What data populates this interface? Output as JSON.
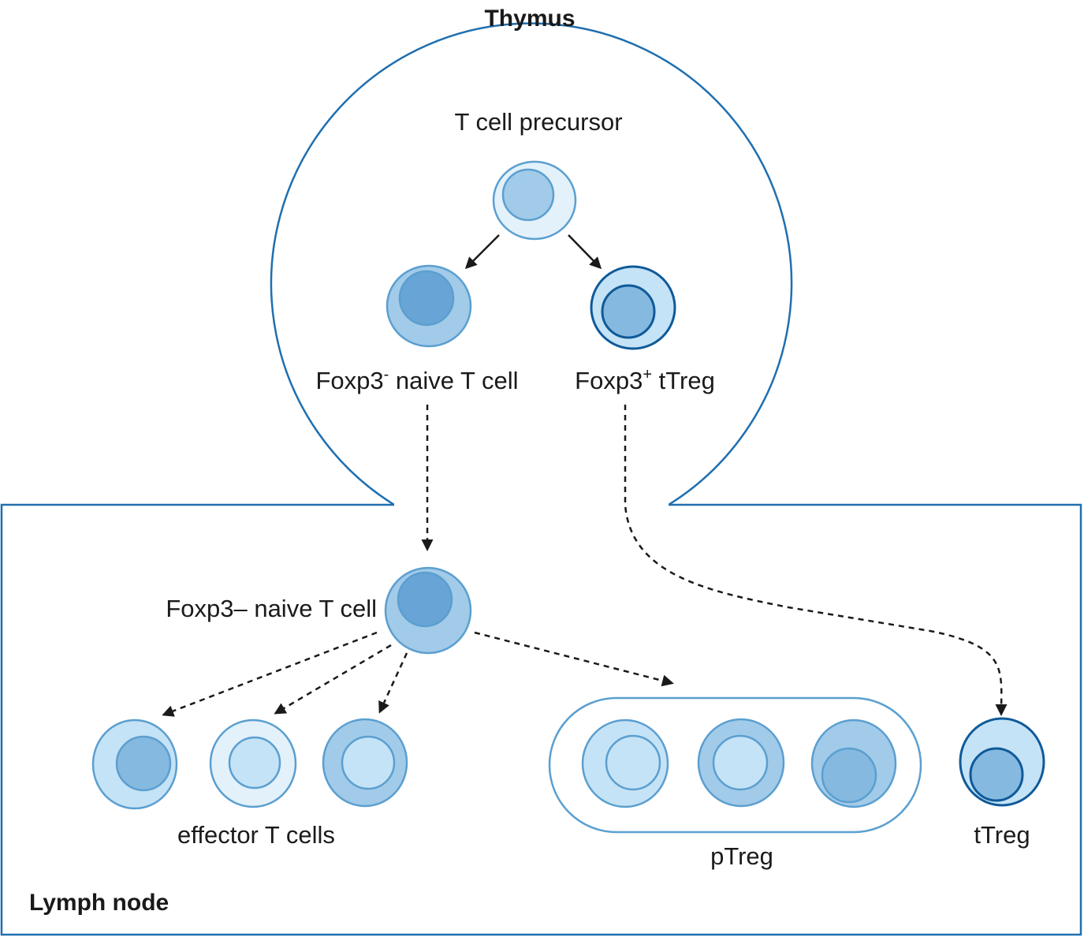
{
  "regions": {
    "thymus": "Thymus",
    "lymph_node": "Lymph node"
  },
  "cells": {
    "precursor": "T cell precursor",
    "naive_thymus_base": "Foxp3",
    "naive_thymus_sup": "-",
    "naive_thymus_rest": " naive T cell",
    "ttreg_thymus_base": "Foxp3",
    "ttreg_thymus_sup": "+",
    "ttreg_thymus_rest": " tTreg",
    "naive_lymph": "Foxp3– naive T cell",
    "effector": "effector T cells",
    "ptreg": "pTreg",
    "ttreg_lymph": "tTreg"
  },
  "colors": {
    "outline_blue": "#1f6fb0",
    "dark_treg_outline": "#0f5a99",
    "arrow": "#1a1a1a",
    "cell_pale": "#e3f1fb",
    "cell_light": "#c5e3f6",
    "cell_mid": "#a2cbe9",
    "cell_dark_nucleus": "#68a4d6",
    "cell_treg_nucleus": "#86b9e0"
  }
}
